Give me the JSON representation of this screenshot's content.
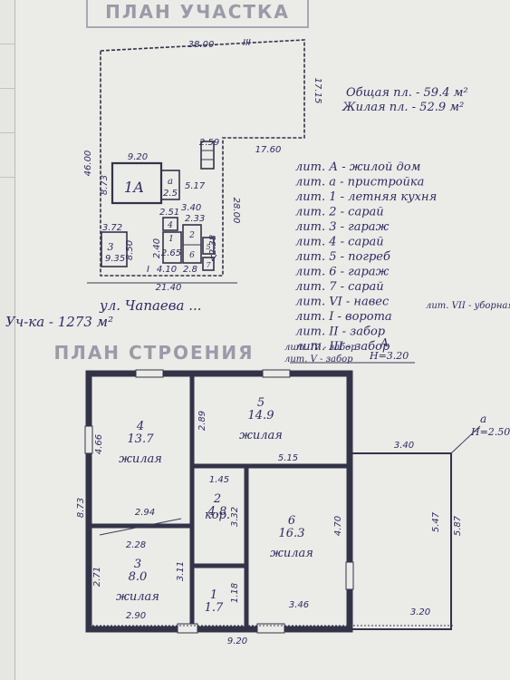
{
  "site_plan": {
    "stamp": "ПЛАН УЧАСТКА",
    "dims": {
      "top": "38.00",
      "right_upper": "17.15",
      "right_step": "17.60",
      "right_lower": "28.00",
      "left": "46.00",
      "bottom": "21.40",
      "house_width": "9.20",
      "house_depth": "8.73",
      "shed3_w": "3.72",
      "shed3_h": "9.35",
      "shed3_d": "8.50",
      "lit_a_w": "2.5",
      "lit_a_d": "5.17",
      "d_3_40": "3.40",
      "d_2_59": "2.59",
      "d_2_51": "2.51",
      "d_2_65": "2.65",
      "d_2_40": "2.40",
      "d_2_33": "2.33",
      "d_2_38": "2.38",
      "d_4_10": "4.10",
      "d_2_8": "2.8"
    },
    "labels": {
      "house": "1А",
      "lit_a": "а",
      "shed3": "3",
      "b4": "4",
      "b1": "1",
      "b2": "2",
      "b5": "5",
      "b6": "6",
      "b7": "7"
    },
    "fence_marks": {
      "top": "III",
      "bottom_i": "I",
      "v": "V"
    },
    "street": "ул. Чапаева ...",
    "plot_area": "Уч-ка - 1273 м²"
  },
  "areas": {
    "total": "Общая пл. - 59.4 м²",
    "living": "Жилая пл. - 52.9 м²"
  },
  "legend": [
    "лит. А - жилой дом",
    "лит. а - пристройка",
    "лит. 1 - летняя кухня",
    "лит. 2 - сарай",
    "лит. 3 - гараж",
    "лит. 4 - сарай",
    "лит. 5 - погреб",
    "лит. 6 - гараж",
    "лит. 7 - сарай",
    "лит. VI - навес",
    "лит. I - ворота",
    "лит. II - забор",
    "лит. III - забор",
    "лит. IV - забор",
    "лит. V - забор"
  ],
  "legend_extra": "лит. VII - уборная",
  "legend_letter": "А",
  "legend_height": "Н=3.20",
  "floor_plan": {
    "stamp": "ПЛАН СТРОЕНИЯ",
    "rooms": [
      {
        "num": "4",
        "area": "13.7",
        "use": "жилая"
      },
      {
        "num": "5",
        "area": "14.9",
        "use": "жилая"
      },
      {
        "num": "2",
        "area": "4.8",
        "use": "кор."
      },
      {
        "num": "6",
        "area": "16.3",
        "use": "жилая"
      },
      {
        "num": "3",
        "area": "8.0",
        "use": "жилая"
      },
      {
        "num": "1",
        "area": "1.7",
        "use": ""
      }
    ],
    "dims": {
      "left_total": "8.73",
      "r4_h": "4.66",
      "r5_h": "2.89",
      "w_5_15": "5.15",
      "w_1_45": "1.45",
      "w_2_94": "2.94",
      "w_2_28": "2.28",
      "h_3_32": "3.32",
      "h_4_70": "4.70",
      "h_2_71": "2.71",
      "h_3_11": "3.11",
      "h_1_18": "1.18",
      "w_2_90": "2.90",
      "w_3_46": "3.46",
      "w_9_20": "9.20",
      "w_3_40": "3.40",
      "w_3_20": "3.20",
      "h_5_47": "5.47",
      "h_5_87": "5.87"
    },
    "annex": {
      "label": "а",
      "height": "Н=2.50"
    }
  }
}
